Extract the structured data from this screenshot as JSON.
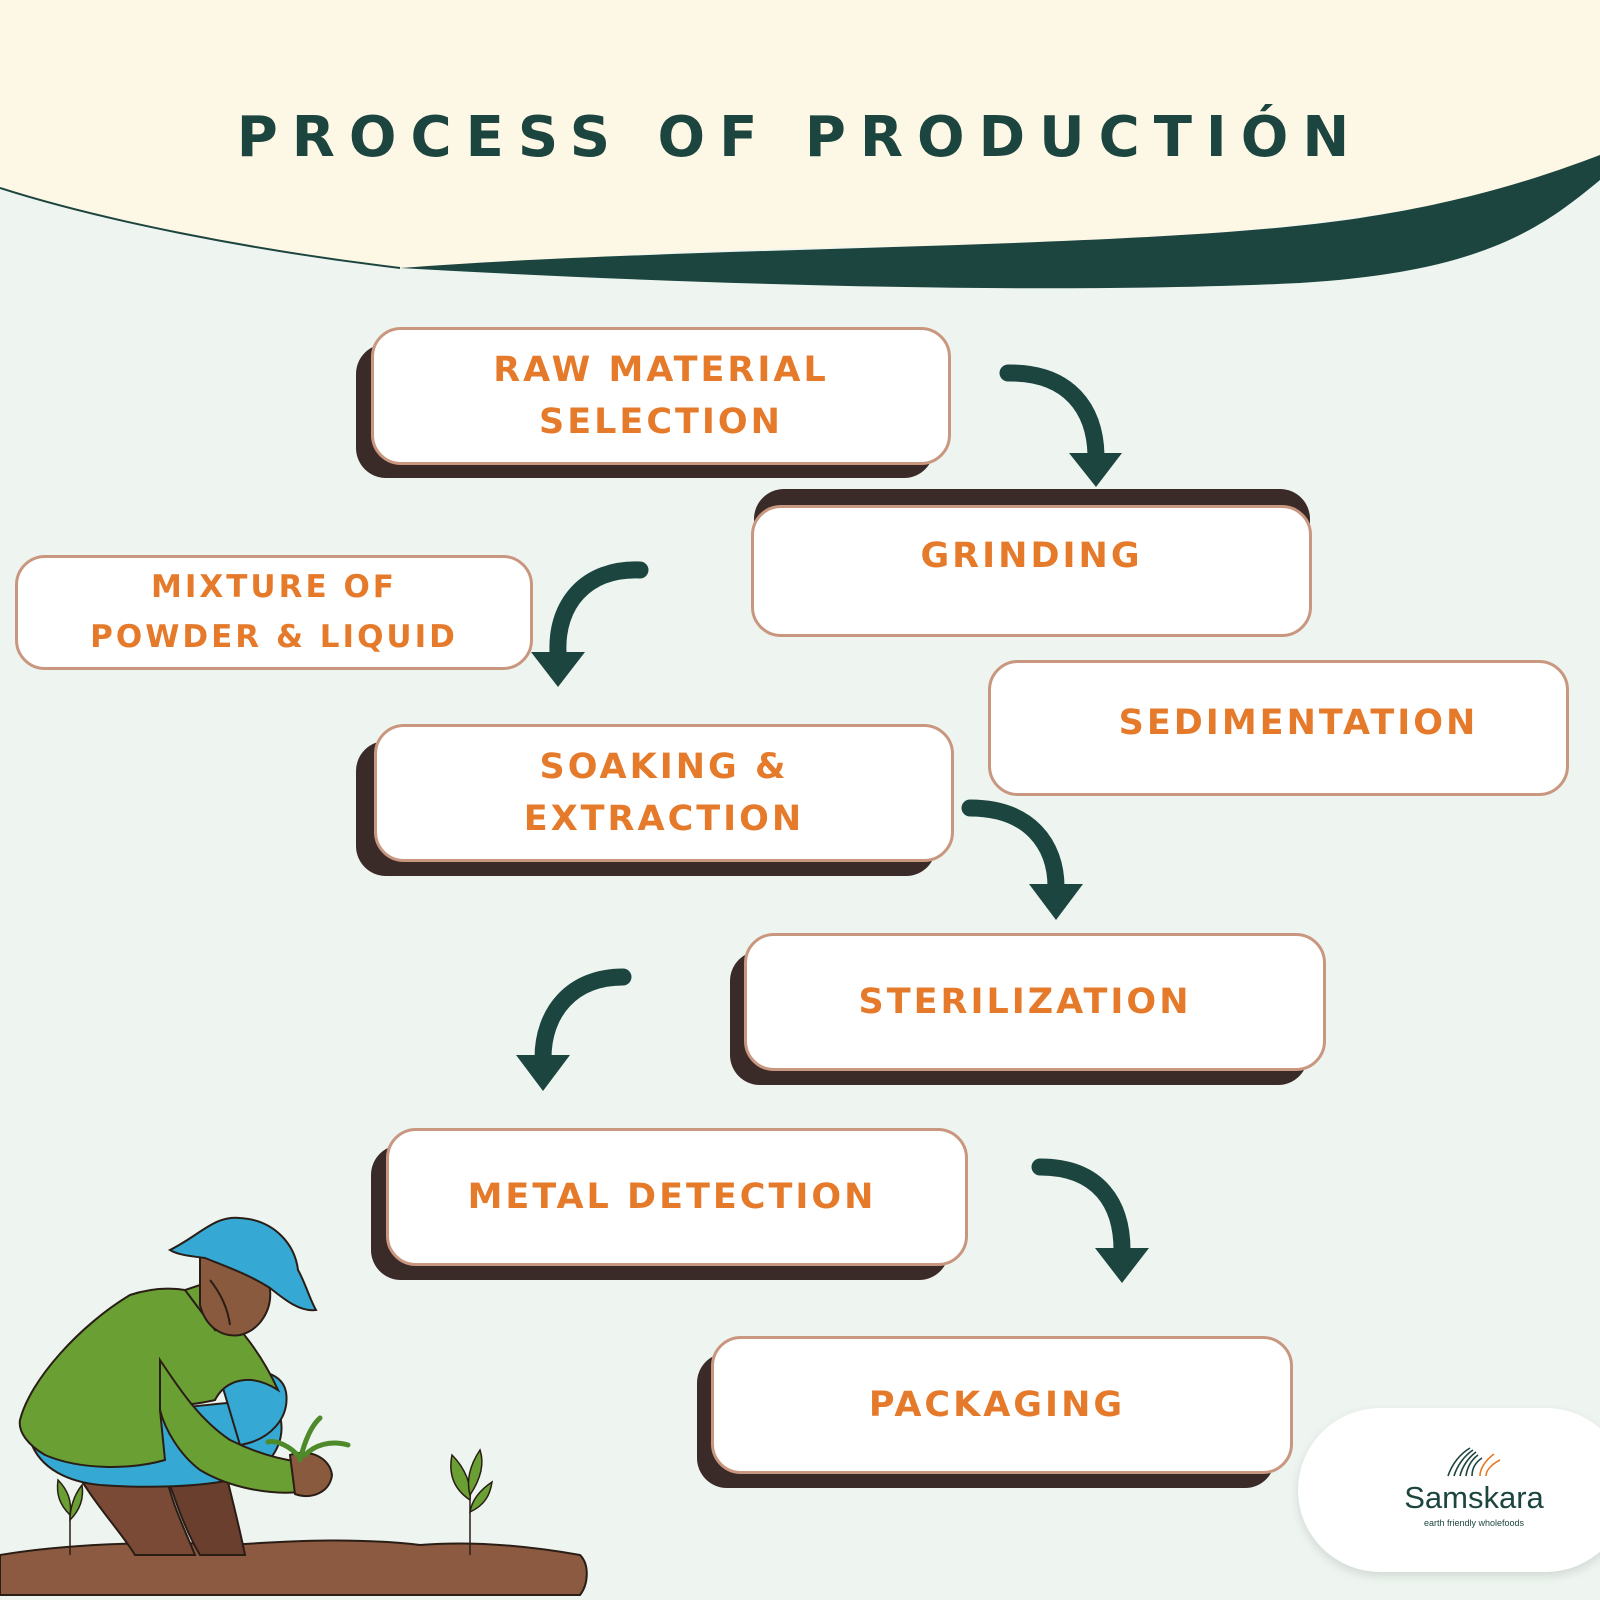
{
  "title": "PROCESS OF PRODUCTIÓN",
  "steps": [
    {
      "id": "raw-material-selection",
      "label": "RAW MATERIAL\nSELECTION"
    },
    {
      "id": "grinding",
      "label": "GRINDING"
    },
    {
      "id": "mixture",
      "label": "MIXTURE OF\nPOWDER & LIQUID"
    },
    {
      "id": "sedimentation",
      "label": "SEDIMENTATION"
    },
    {
      "id": "soaking-extraction",
      "label": "SOAKING &\nEXTRACTION"
    },
    {
      "id": "sterilization",
      "label": "STERILIZATION"
    },
    {
      "id": "metal-detection",
      "label": "METAL DETECTION"
    },
    {
      "id": "packaging",
      "label": "PACKAGING"
    }
  ],
  "logo": {
    "name": "Samskara",
    "tagline": "earth friendly wholefoods"
  },
  "colors": {
    "dark_green": "#1d453f",
    "orange": "#e57a2b",
    "cream": "#fdf8e6",
    "mint": "#eef5f0",
    "box_border": "#c9977f",
    "shadow": "#3a2a28"
  },
  "icons": [
    "curved-arrow-icon",
    "farmer-illustration",
    "seedling-icon",
    "samskara-logo-icon"
  ]
}
